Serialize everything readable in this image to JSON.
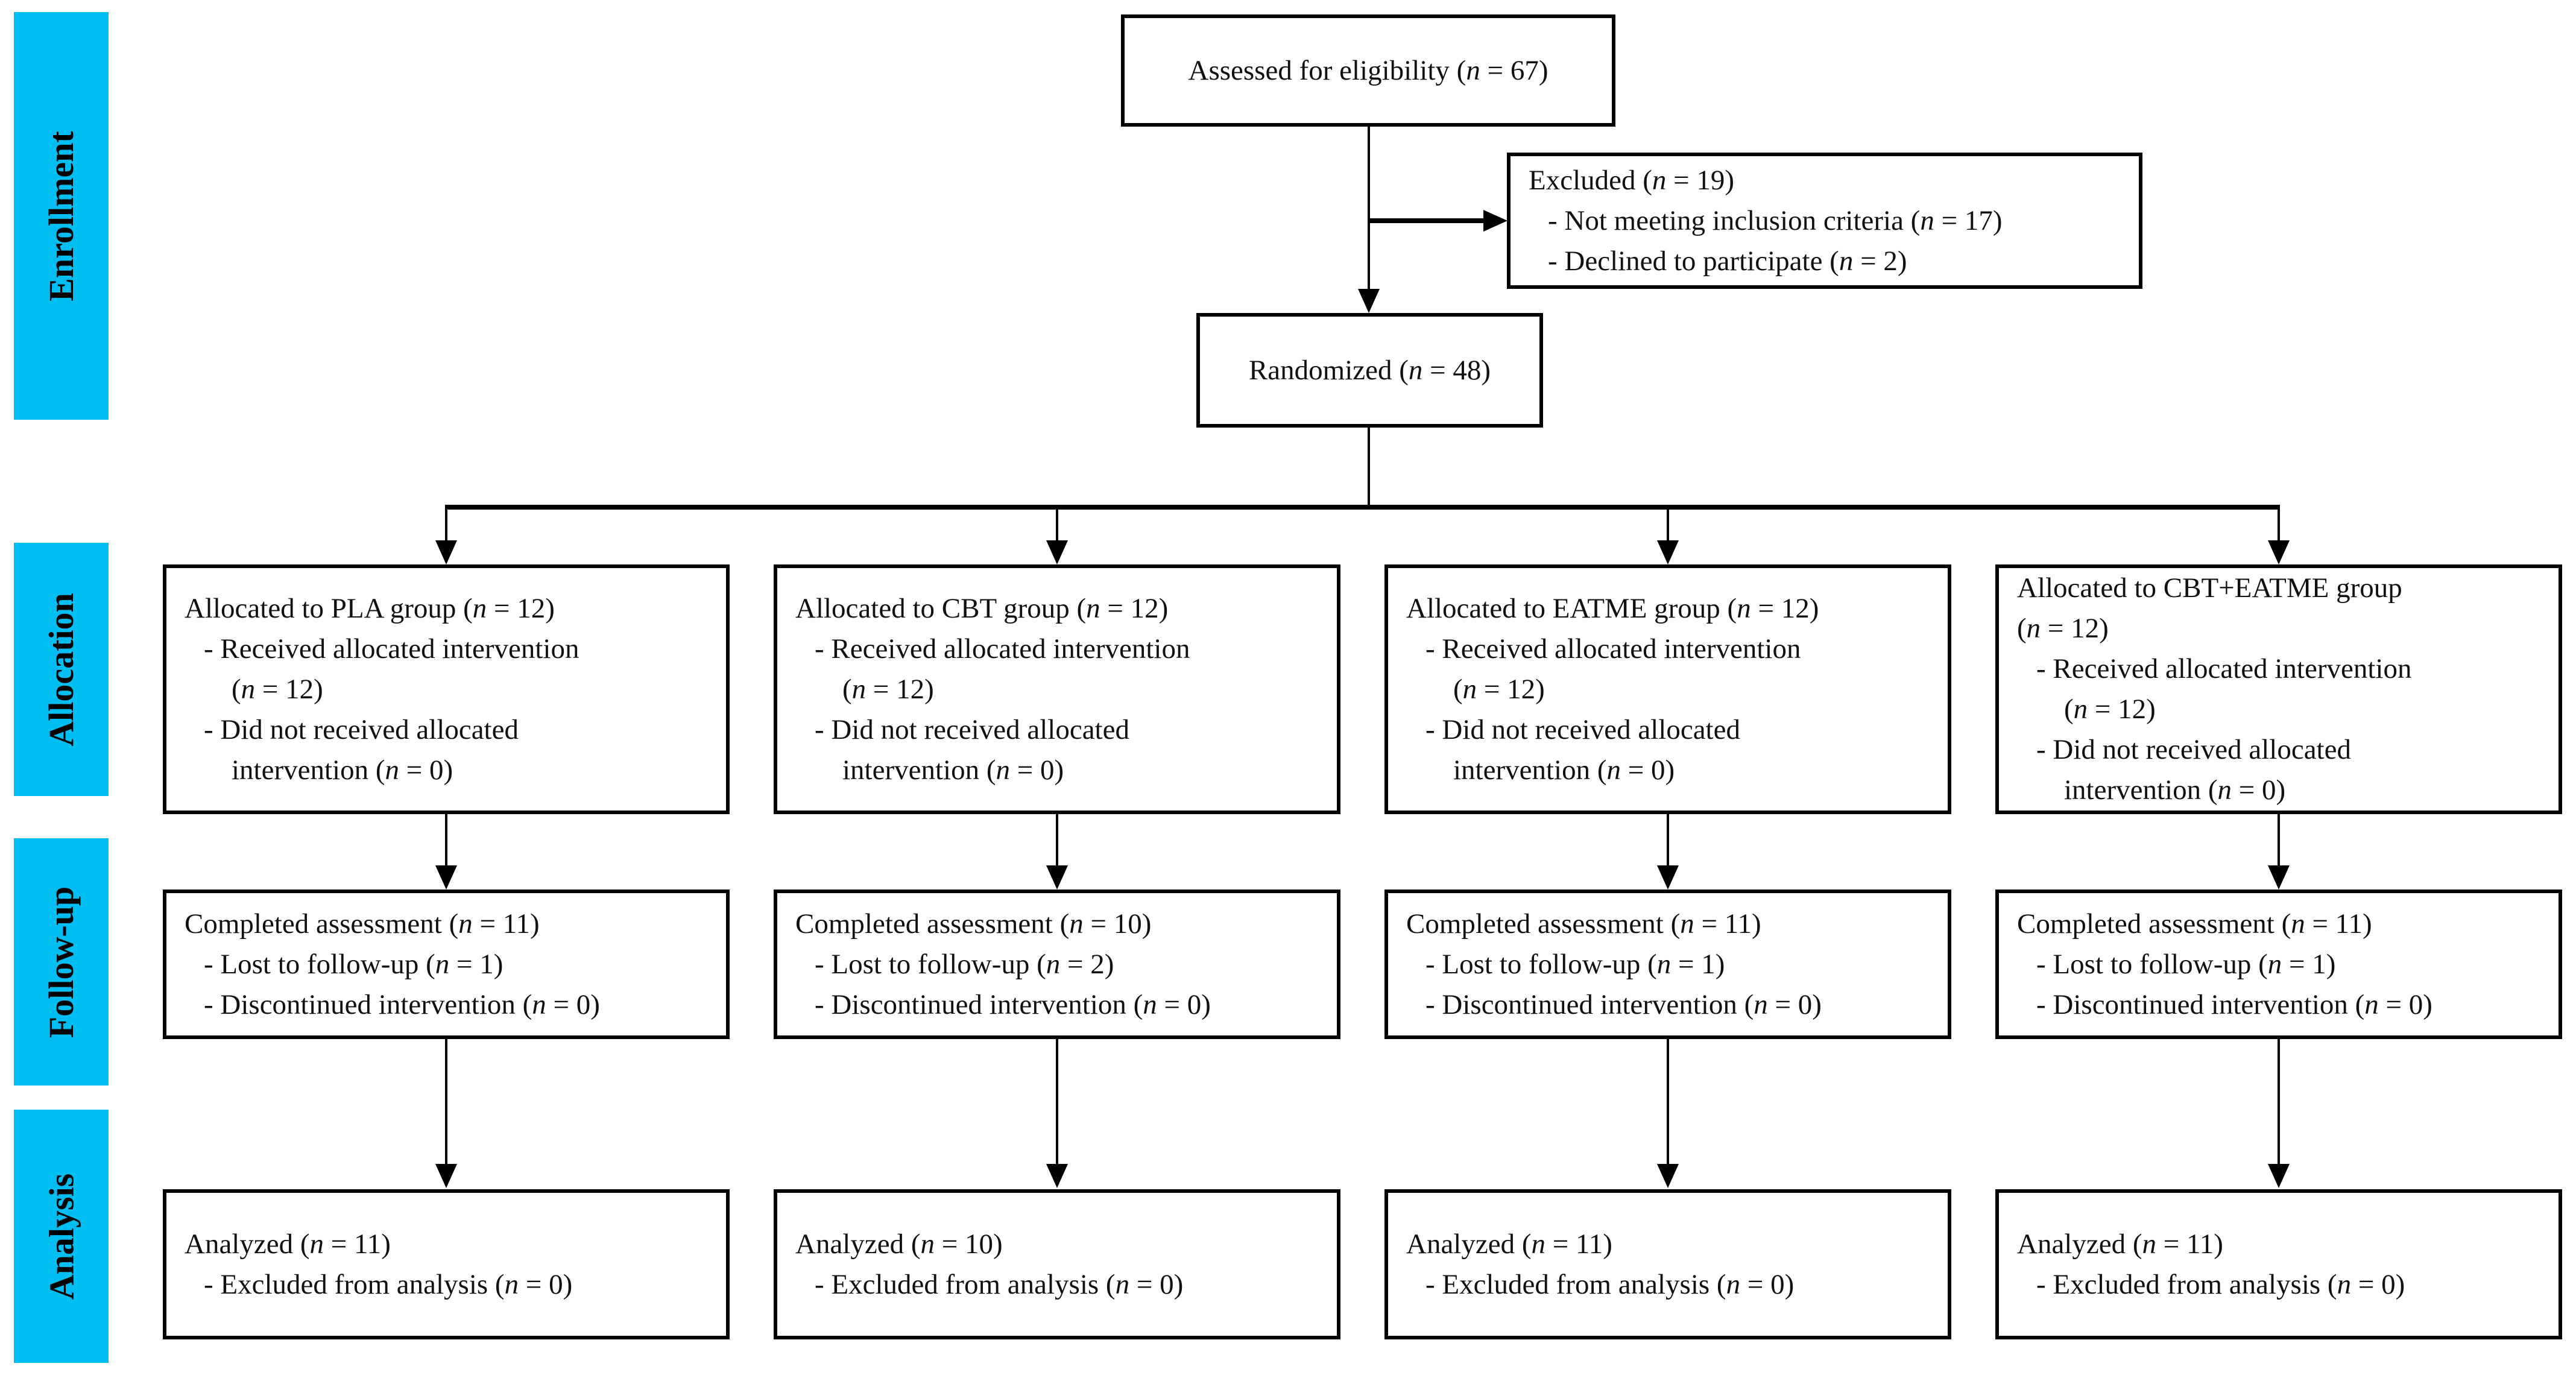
{
  "colors": {
    "stage_label_bg": "#00bdf2",
    "line": "#000000",
    "text": "#111111"
  },
  "sidebar": {
    "labels": [
      "Enrollment",
      "Allocation",
      "Follow-up",
      "Analysis"
    ]
  },
  "enrollment": {
    "assessed": "Assessed for eligibility (n = 67)",
    "excluded_title": "Excluded (n = 19)",
    "excluded_items": [
      "- Not meeting inclusion criteria (n = 17)",
      "- Declined to participate (n = 2)"
    ],
    "randomized": "Randomized (n = 48)"
  },
  "allocation": [
    {
      "title": "Allocated to PLA group (n = 12)",
      "received": "- Received allocated intervention",
      "received_wrap": "(n = 12)",
      "notreceived": "- Did not received allocated",
      "notreceived_wrap": "intervention (n = 0)"
    },
    {
      "title": "Allocated to CBT group (n = 12)",
      "received": "- Received allocated intervention",
      "received_wrap": "(n = 12)",
      "notreceived": "- Did not received allocated",
      "notreceived_wrap": "intervention (n = 0)"
    },
    {
      "title": "Allocated to EATME group (n = 12)",
      "received": "- Received allocated intervention",
      "received_wrap": "(n = 12)",
      "notreceived": "- Did not received allocated",
      "notreceived_wrap": "intervention (n = 0)"
    },
    {
      "title": "Allocated to CBT+EATME group",
      "title_wrap": "(n = 12)",
      "received": "- Received allocated intervention",
      "received_wrap": "(n = 12)",
      "notreceived": "- Did not received allocated",
      "notreceived_wrap": "intervention (n = 0)"
    }
  ],
  "followup": [
    {
      "title": "Completed assessment (n = 11)",
      "lost": "- Lost to follow-up (n = 1)",
      "discontinued": "- Discontinued intervention (n = 0)"
    },
    {
      "title": "Completed assessment (n = 10)",
      "lost": "- Lost to follow-up (n = 2)",
      "discontinued": "- Discontinued intervention (n = 0)"
    },
    {
      "title": "Completed assessment (n = 11)",
      "lost": "- Lost to follow-up (n = 1)",
      "discontinued": "- Discontinued intervention (n = 0)"
    },
    {
      "title": "Completed assessment (n = 11)",
      "lost": "- Lost to follow-up (n = 1)",
      "discontinued": "- Discontinued intervention (n = 0)"
    }
  ],
  "analysis": [
    {
      "title": "Analyzed (n = 11)",
      "excluded": "- Excluded from analysis (n = 0)"
    },
    {
      "title": "Analyzed (n = 10)",
      "excluded": "- Excluded from analysis (n = 0)"
    },
    {
      "title": "Analyzed (n = 11)",
      "excluded": "- Excluded from analysis (n = 0)"
    },
    {
      "title": "Analyzed (n = 11)",
      "excluded": "- Excluded from analysis (n = 0)"
    }
  ]
}
